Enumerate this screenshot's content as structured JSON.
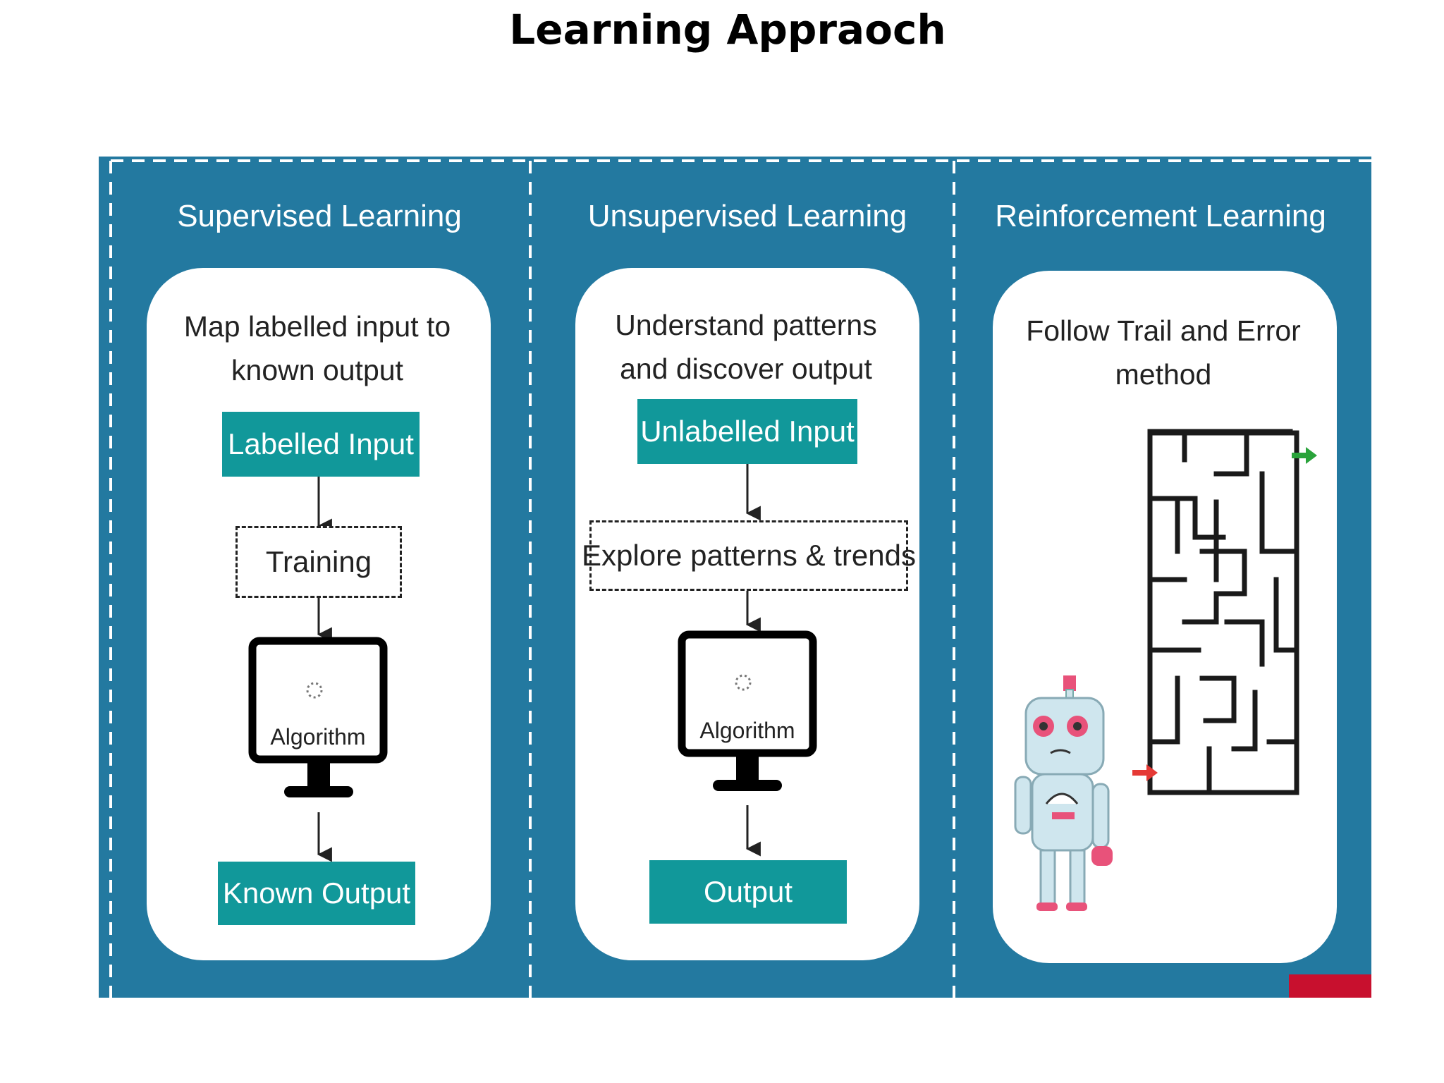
{
  "title": "Learning Appraoch",
  "colors": {
    "panel": "#2379a0",
    "teal": "#11989a",
    "card": "#ffffff",
    "robot_accent": "#e8527a",
    "maze_exit": "#2aa33b",
    "maze_entry": "#e53935"
  },
  "columns": [
    {
      "heading": "Supervised Learning",
      "description_line1": "Map labelled input to",
      "description_line2": "known output",
      "input_label": "Labelled Input",
      "process_label": "Training",
      "algorithm_label": "Algorithm",
      "output_label": "Known Output"
    },
    {
      "heading": "Unsupervised Learning",
      "description_line1": "Understand patterns",
      "description_line2": "and discover output",
      "input_label": "Unlabelled Input",
      "process_label": "Explore patterns & trends",
      "algorithm_label": "Algorithm",
      "output_label": "Output"
    },
    {
      "heading": "Reinforcement Learning",
      "description_line1": "Follow Trail and Error",
      "description_line2": "method",
      "illustration": [
        "maze-icon",
        "robot-icon"
      ]
    }
  ]
}
